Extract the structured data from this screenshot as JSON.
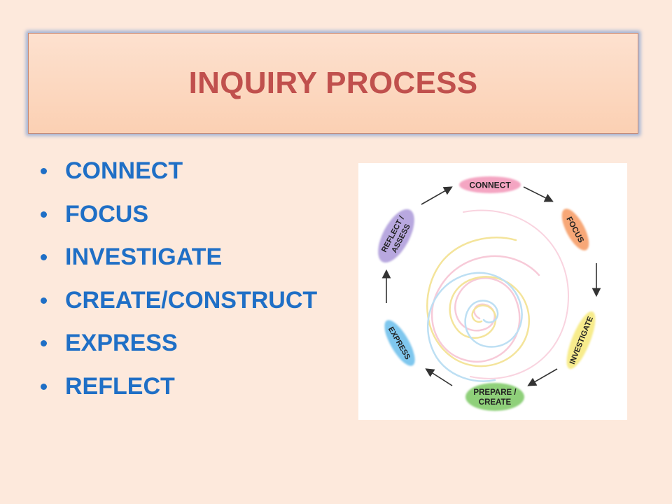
{
  "slide": {
    "title": "INQUIRY PROCESS",
    "bullets": [
      "CONNECT",
      "FOCUS",
      "INVESTIGATE",
      "CREATE/CONSTRUCT",
      "EXPRESS",
      "REFLECT"
    ]
  },
  "diagram": {
    "stages": {
      "connect": "CONNECT",
      "focus": "FOCUS",
      "investigate": "INVESTIGATE",
      "prepare_line1": "PREPARE /",
      "prepare_line2": "CREATE",
      "express": "EXPRESS",
      "reflect_line1": "REFLECT /",
      "reflect_line2": "ASSESS"
    },
    "colors": {
      "connect": "#f4a5c2",
      "focus": "#f7a777",
      "investigate": "#f7ec8c",
      "prepare": "#8fd07a",
      "express": "#7fc7ee",
      "reflect": "#b8a8df"
    }
  }
}
